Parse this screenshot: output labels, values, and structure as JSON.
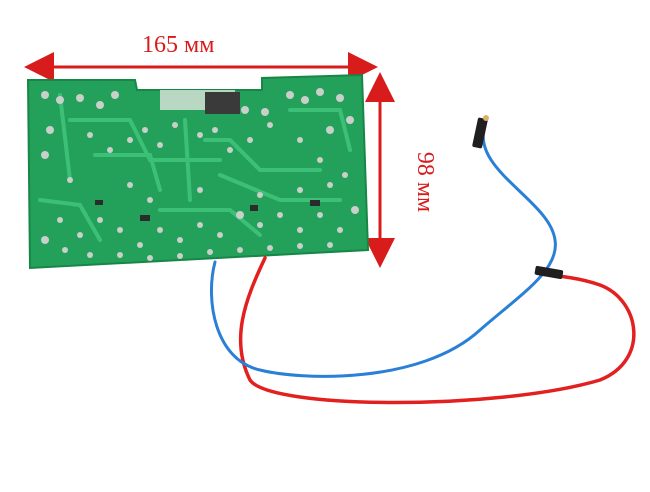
{
  "annotations": {
    "width_label": "165 мм",
    "height_label": "98 мм"
  },
  "colors": {
    "board": "#23a15a",
    "board_dark": "#178647",
    "trace": "#3cc078",
    "solder": "#c9cfc9",
    "arrow": "#d81c1c",
    "wire_red": "#e2201f",
    "wire_blue": "#2a7fd6",
    "connector": "#1f1f1f"
  },
  "icons": [
    "dimension-arrow-horizontal",
    "dimension-arrow-vertical"
  ]
}
